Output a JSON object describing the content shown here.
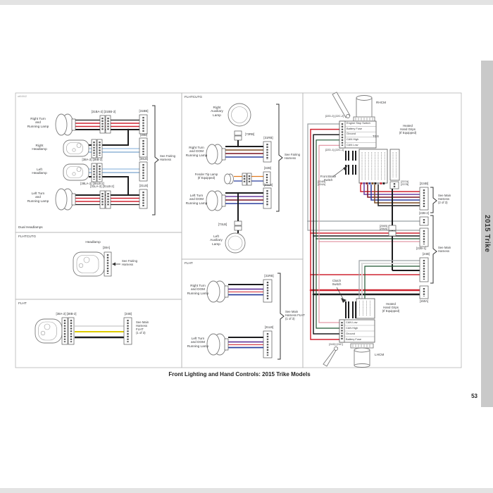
{
  "page": {
    "caption": "Front Lighting and Hand Controls: 2015 Trike Models",
    "page_number": "53",
    "tab_label": "2015 Trike",
    "diagram_code": "wi04942"
  },
  "panel_dual": {
    "footer": "Dual Headlamps",
    "brace": "See Fairing\nHarness",
    "rows": [
      {
        "name": "Right Turn\nand\nRunning Lamp",
        "inline": "[31BA-2] [31BB-2]",
        "conn": "[31BB]"
      },
      {
        "name": "Right\nHeadlamp",
        "inline": "[38A-2] [38B-2]",
        "conn": "[38B]"
      },
      {
        "name": "Left\nHeadlamp",
        "inline": "[38LA-2] [38LB-2]",
        "conn": "[38LB]"
      },
      {
        "name": "Left Turn\nand\nRunning Lamp",
        "inline": "[31LA-2] [31LB-2]",
        "conn": "[31LB]"
      }
    ]
  },
  "panel_tg_headlamp": {
    "header": "FLHTCUTG",
    "lamp": "Headlamp",
    "conn": "[38A]",
    "note": "See Fairing\nHarness"
  },
  "panel_flht_headlamp": {
    "header": "FLHT",
    "inline": "[38A-2] [38B-2]",
    "conn": "[34B]",
    "note": "See Main\nHarness\nFLHT\n(1 of 3)"
  },
  "panel_tg_lamps": {
    "header": "FLHTCUTG",
    "right_aux": "Right\nAuxiliary\nLamp",
    "right_aux_conn": "[73RB]",
    "right_turn": "Right Turn\nand DOM\nRunning Lamp",
    "right_turn_conn": "[31RB]",
    "fender": "Fender Tip Lamp\n(If Equipped)",
    "fender_conn": "[32B]",
    "left_turn": "Left Turn\nand DOM\nRunning Lamp",
    "left_turn_conn": "[31LB]",
    "left_aux_conn": "[73LB]",
    "left_aux": "Left\nAuxiliary\nLamp",
    "brace": "See Fairing\nHarness"
  },
  "panel_flht_lamps": {
    "header": "FLHT",
    "right_turn": "Right Turn\nand DOM\nRunning Lamp",
    "right_turn_conn": "[31RB]",
    "left_turn": "Left Turn\nand DOM\nRunning Lamp",
    "left_turn_conn": "[31LB]",
    "brace": "See Main\nHarness FLHT\n(1 of 3)"
  },
  "panel_controls": {
    "rhcm": "RHCM",
    "lhcm": "LHCM",
    "tgs": "TGS",
    "conn_22_top": "[22D-2] [22C-2]",
    "conn_22_bot": "[22D-1] [22C-1]",
    "rhcm_pins": [
      "Engine Stop Switch",
      "Battery Fuse",
      "Ground",
      "CAN High",
      "CAN Low"
    ],
    "heated_grips": "Heated\nHand Grips\n(If Equipped)",
    "front_brake": "Front Brake\nSwitch",
    "conn_224": "[224B]\n[224A]",
    "conn_237": "[237A]\n[237B]",
    "conn_206": "[206B]\n[206A]",
    "right_conns": {
      "c224": "[224B]",
      "c22b2": "[22B-2]",
      "c22b1": "[22B-1]",
      "c24b": "[24B]",
      "c150": "[150A]"
    },
    "brace_main2": "See Main\nHarness\n(2 of 3)",
    "brace_main": "See Main\nHarness",
    "clutch": "Clutch\nSwitch",
    "lhcm_pins": [
      "CAN Low",
      "CAN High",
      "Ground",
      "Battery Fuse"
    ],
    "conn_24": "[24D] [24C]",
    "heated_grips2": "Heated\nHand Grips\n(If Equipped)"
  }
}
